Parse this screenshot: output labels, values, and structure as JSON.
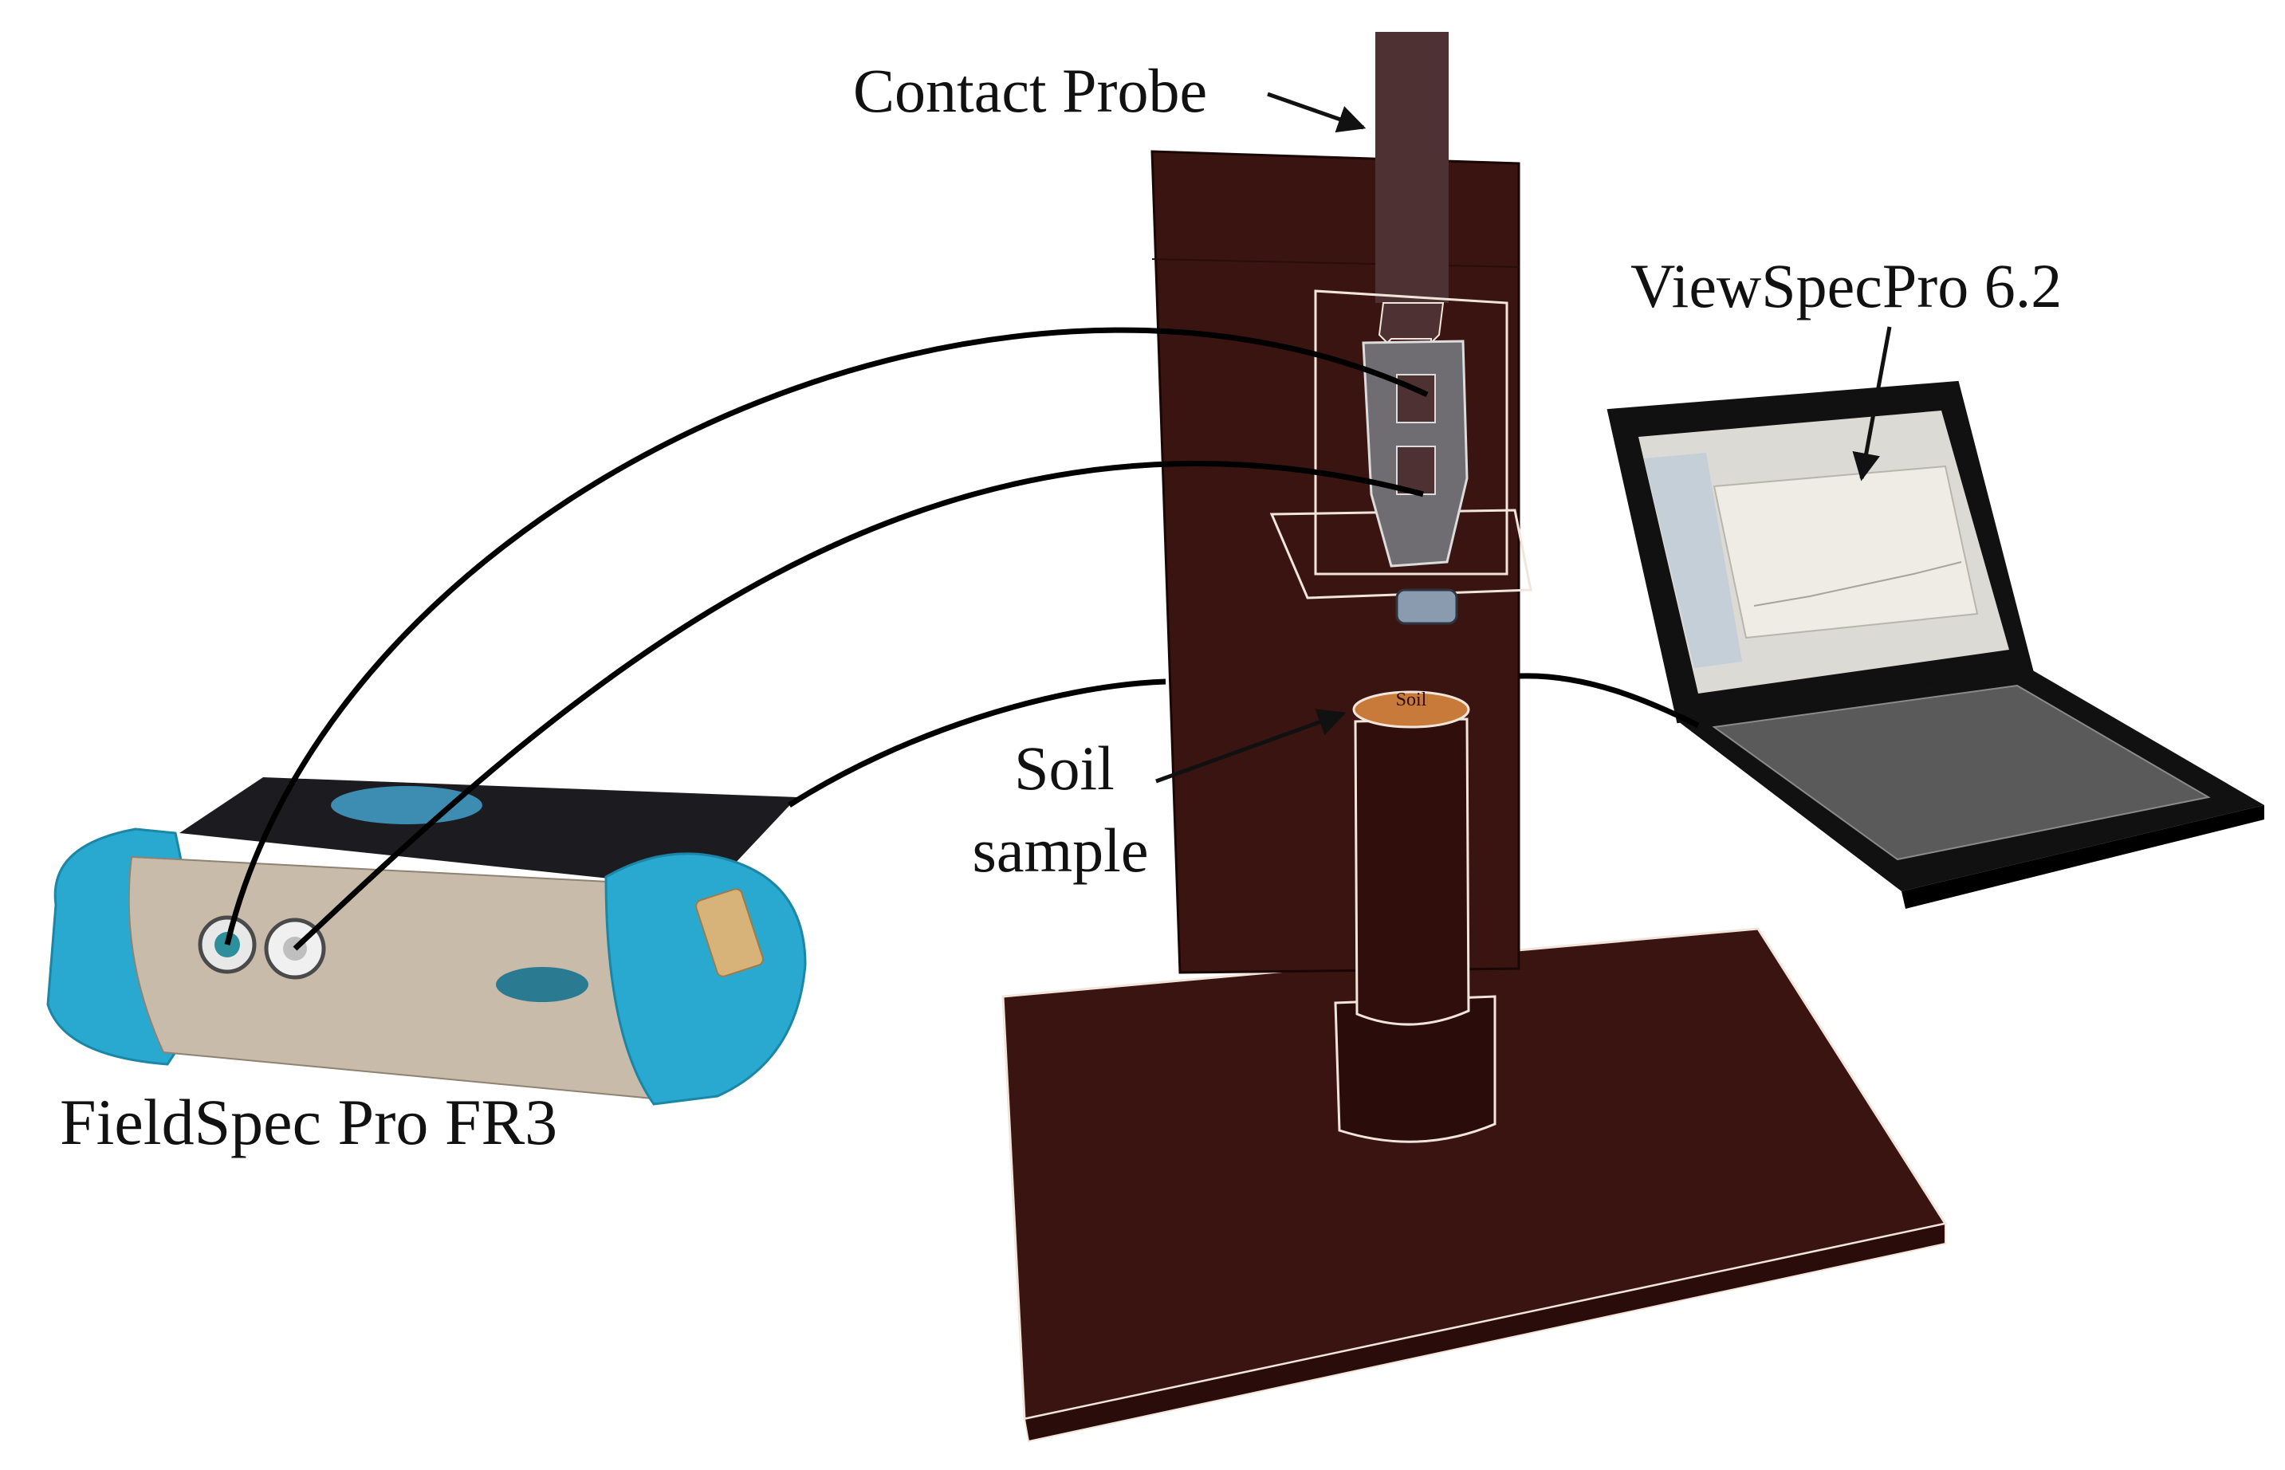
{
  "labels": {
    "contact_probe": "Contact Probe",
    "software": "ViewSpecPro  6.2",
    "soil_line1": "Soil",
    "soil_line2": "sample",
    "device": "FieldSpec Pro FR3",
    "soil_top": "Soil"
  },
  "colors": {
    "stand": "#3a1410",
    "probe": "#4d3133",
    "soil_surface": "#c87a3a",
    "device_shell": "#29a9cf",
    "device_panel": "#c8bba9",
    "laptop": "#111111",
    "screen": "#e5e1da",
    "cable": "#000000",
    "outline": "#f2e6dc"
  },
  "icons": {
    "device": "spectroradiometer-icon",
    "laptop": "laptop-icon",
    "stand": "probe-stand-icon"
  }
}
